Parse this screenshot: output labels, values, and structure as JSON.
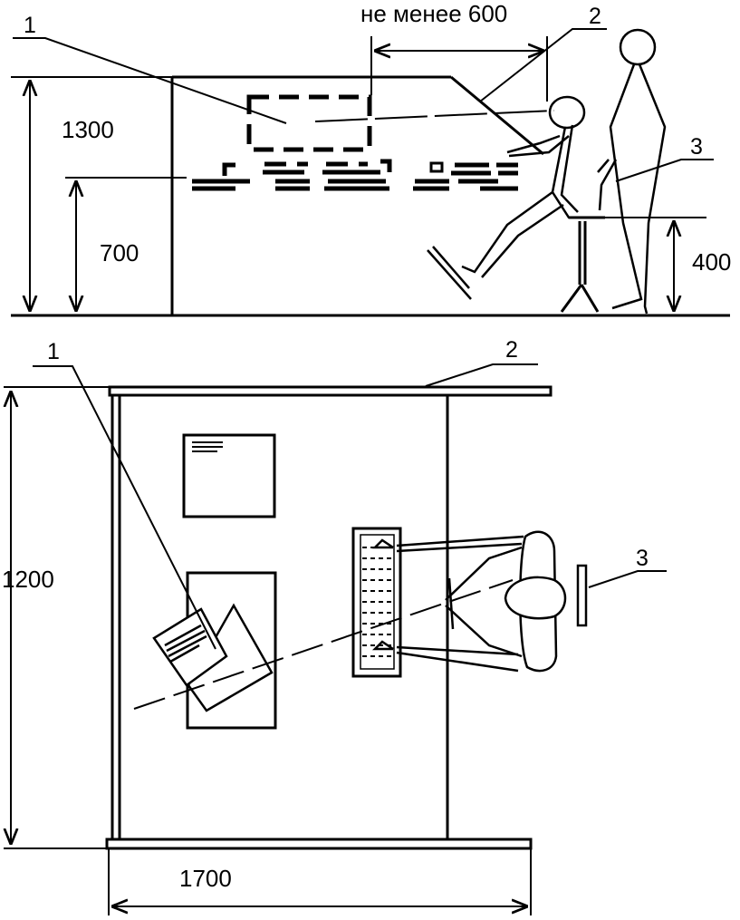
{
  "side_view": {
    "dim_min_distance": "не менее 600",
    "dim_height_total": "1300",
    "dim_height_desk": "700",
    "dim_height_seat": "400",
    "callouts": [
      "1",
      "2",
      "3"
    ]
  },
  "top_view": {
    "dim_depth": "1200",
    "dim_width": "1700",
    "callouts": [
      "1",
      "2",
      "3"
    ]
  },
  "colors": {
    "ink": "#000000",
    "paper": "#ffffff"
  }
}
